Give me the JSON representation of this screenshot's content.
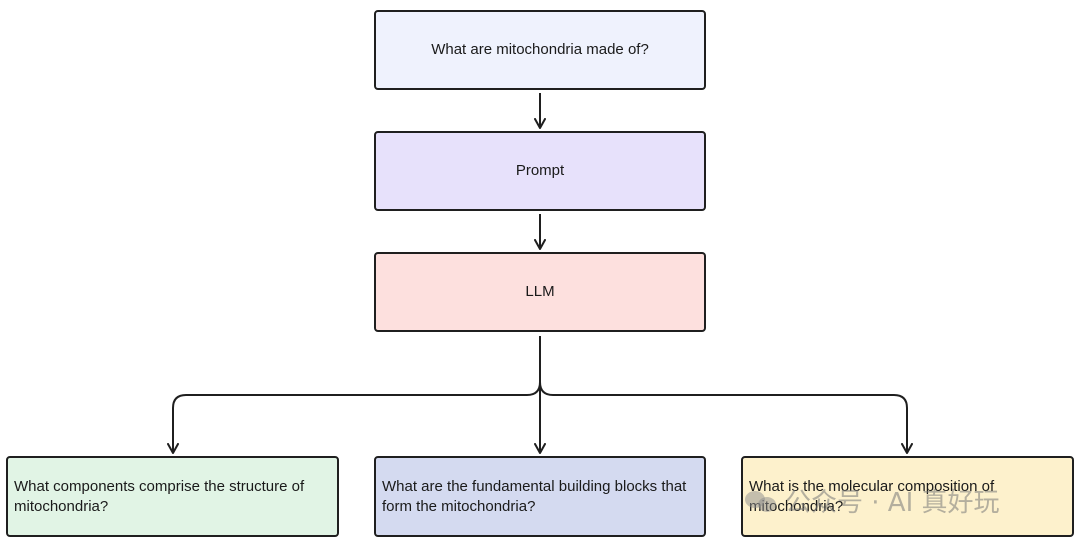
{
  "nodes": {
    "question": {
      "label": "What are mitochondria made of?",
      "fill": "#eff2fd"
    },
    "prompt": {
      "label": "Prompt",
      "fill": "#e7e1fb"
    },
    "llm": {
      "label": "LLM",
      "fill": "#fde0de"
    },
    "out1": {
      "label": "What components comprise the structure of mitochondria?",
      "fill": "#e1f4e5"
    },
    "out2": {
      "label": "What are the fundamental building blocks that form the mitochondria?",
      "fill": "#d4daf0"
    },
    "out3": {
      "label": "What is the molecular composition of mitochondria?",
      "fill": "#fdf1cc"
    }
  },
  "edges": [
    {
      "from": "question",
      "to": "prompt"
    },
    {
      "from": "prompt",
      "to": "llm"
    },
    {
      "from": "llm",
      "to": "out1"
    },
    {
      "from": "llm",
      "to": "out2"
    },
    {
      "from": "llm",
      "to": "out3"
    }
  ],
  "watermark": {
    "text": "公众号 · AI 真好玩"
  },
  "colors": {
    "stroke": "#1f1f1f"
  }
}
